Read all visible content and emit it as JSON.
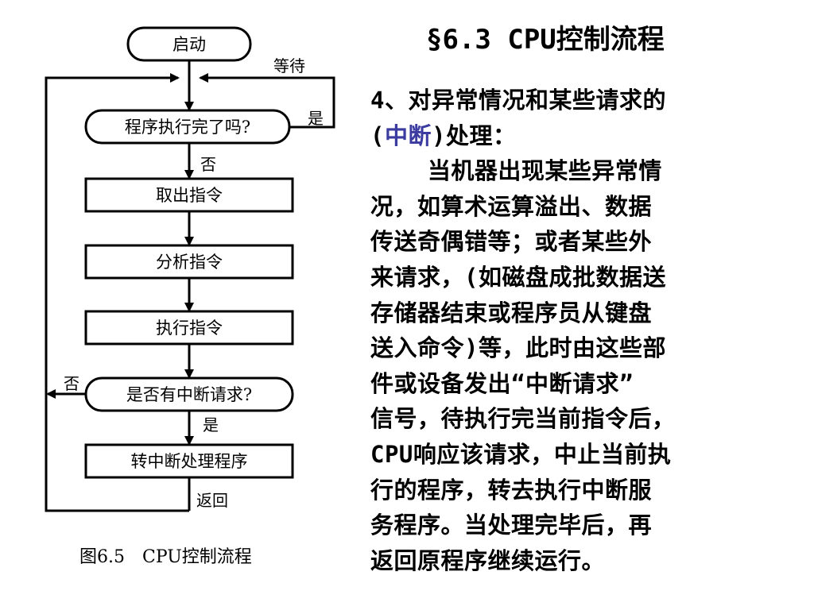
{
  "slide": {
    "title": "§6.3 CPU控制流程",
    "paragraph": {
      "lines": [
        [
          "4、对异常情况和某些请求的"
        ],
        [
          "(",
          "中断",
          ")处理："
        ],
        [
          "    当机器出现某些异常情"
        ],
        [
          "况，如算术运算溢出、数据"
        ],
        [
          "传送奇偶错等；或者某些外"
        ],
        [
          "来请求，(如磁盘成批数据送"
        ],
        [
          "存储器结束或程序员从键盘"
        ],
        [
          "送入命令)等，此时由这些部"
        ],
        [
          "件或设备发出“中断请求”"
        ],
        [
          "信号，待执行完当前指令后，"
        ],
        [
          "CPU响应该请求，中止当前执"
        ],
        [
          "行的程序，转去执行中断服"
        ],
        [
          "务程序。当处理完毕后，再"
        ],
        [
          "返回原程序继续运行。"
        ]
      ],
      "highlight_color": "#3b3ba0"
    }
  },
  "flowchart": {
    "start": "启动",
    "wait_label": "等待",
    "yes_label_top": "是",
    "decision_finished": "程序执行完了吗?",
    "no_label_top": "否",
    "fetch": "取出指令",
    "analyze": "分析指令",
    "execute": "执行指令",
    "decision_interrupt": "是否有中断请求?",
    "no_label_interrupt": "否",
    "yes_label_interrupt": "是",
    "interrupt_handler": "转中断处理程序",
    "return_label": "返回",
    "caption": "图6.5　CPU控制流程"
  }
}
